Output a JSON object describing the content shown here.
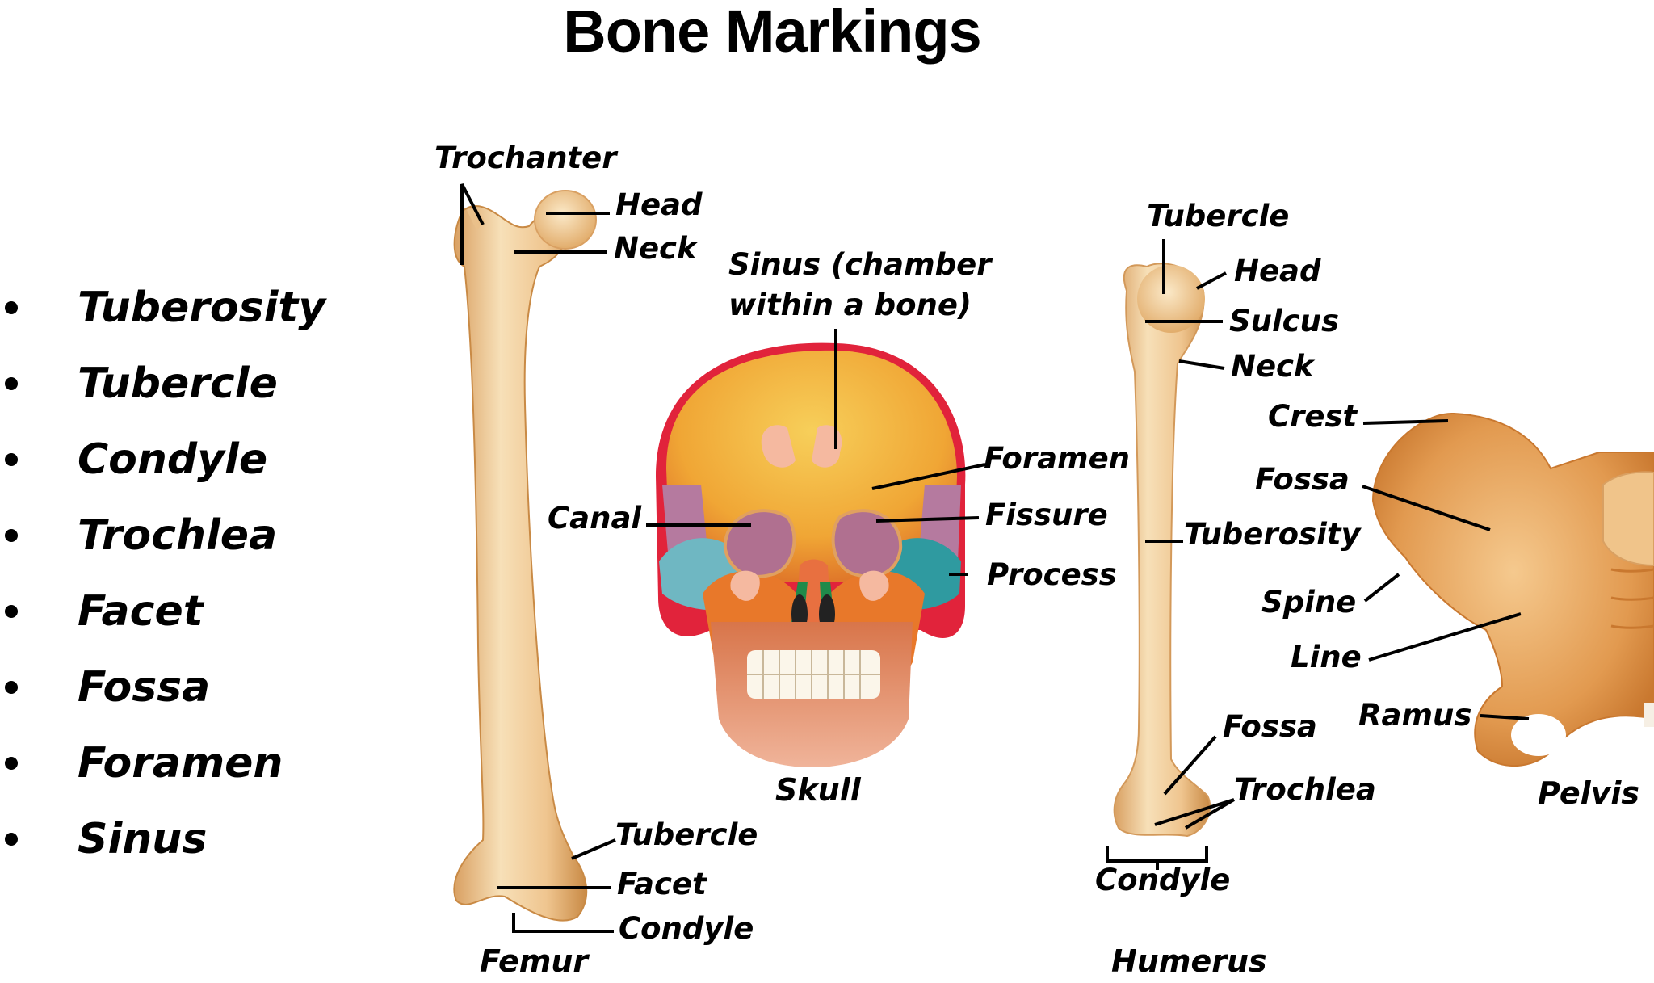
{
  "title": "Bone Markings",
  "term_list": [
    {
      "label": "Tuberosity"
    },
    {
      "label": "Tubercle"
    },
    {
      "label": "Condyle"
    },
    {
      "label": "Trochlea"
    },
    {
      "label": "Facet"
    },
    {
      "label": "Fossa"
    },
    {
      "label": "Foramen"
    },
    {
      "label": "Sinus"
    }
  ],
  "femur": {
    "caption": "Femur",
    "labels": {
      "trochanter": "Trochanter",
      "head": "Head",
      "neck": "Neck",
      "tubercle": "Tubercle",
      "facet": "Facet",
      "condyle": "Condyle"
    }
  },
  "skull": {
    "caption": "Skull",
    "labels": {
      "sinus_line1": "Sinus (chamber",
      "sinus_line2": "within a bone)",
      "foramen": "Foramen",
      "canal": "Canal",
      "fissure": "Fissure",
      "process": "Process"
    }
  },
  "humerus": {
    "caption": "Humerus",
    "labels": {
      "tubercle": "Tubercle",
      "head": "Head",
      "sulcus": "Sulcus",
      "neck": "Neck",
      "tuberosity": "Tuberosity",
      "fossa": "Fossa",
      "trochlea": "Trochlea",
      "condyle": "Condyle"
    }
  },
  "pelvis": {
    "caption": "Pelvis",
    "labels": {
      "crest": "Crest",
      "fossa": "Fossa",
      "spine": "Spine",
      "line": "Line",
      "ramus": "Ramus"
    }
  },
  "colors": {
    "bone_light": "#f6dcb0",
    "bone_mid": "#e8b577",
    "bone_dark": "#c98a45",
    "skull_yellow": "#f2b33c",
    "skull_orange": "#e8782a",
    "skull_red": "#e1233b",
    "skull_teal": "#2f9aa0",
    "skull_purple": "#b57a9f",
    "sinus_pink": "#f5b9a0",
    "leader_line": "#000000"
  }
}
